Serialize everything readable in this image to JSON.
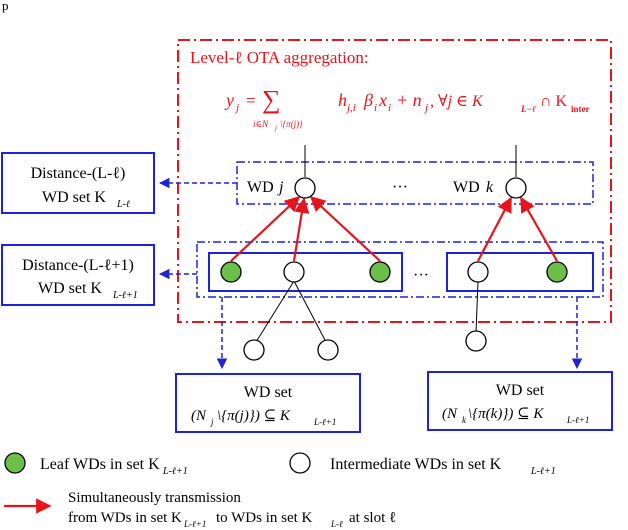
{
  "colors": {
    "red": "#e8141c",
    "blue": "#1f24d2",
    "leaf_fill": "#6cc04a",
    "node_fill": "#ffffff",
    "ink": "#000000"
  },
  "top_mark": "p",
  "ota": {
    "title": "Level-ℓ OTA aggregation:",
    "eq_lhs": "y",
    "eq_lhs_sub": "j",
    "eq_equals": "=",
    "eq_sum": "∑",
    "eq_sum_under": "i∈N",
    "eq_sum_under_sub": "j",
    "eq_sum_under_rest": "\\{π(j)}",
    "eq_terms": "h",
    "eq_h_sub": "j,i",
    "eq_beta": "β",
    "eq_beta_sub": "i",
    "eq_x": "x",
    "eq_x_sub": "i",
    "eq_plus_n": "+ n",
    "eq_n_sub": "j",
    "eq_forall": ",   ∀j ∈ K",
    "eq_k1_sub": "L−ℓ",
    "eq_cap": " ∩ K",
    "eq_k2_sub": "inter"
  },
  "side_boxes": [
    {
      "line1": "Distance-(L-ℓ)",
      "line2": "WD set K",
      "line2_sub": "L-ℓ"
    },
    {
      "line1": "Distance-(L-ℓ+1)",
      "line2": "WD set K",
      "line2_sub": "L-ℓ+1"
    }
  ],
  "upper_row": {
    "node_j_label": "WD",
    "node_j_var": "j",
    "dots": "···",
    "node_k_label": "WD",
    "node_k_var": "k"
  },
  "lower_row": {
    "dots": "···"
  },
  "bottom_boxes": [
    {
      "title": "WD set",
      "expr": "(N",
      "expr_sub": "j",
      "expr_rest": "\\{π(j)}) ⊆ K",
      "expr_sub2": "L-ℓ+1"
    },
    {
      "title": "WD set",
      "expr": "(N",
      "expr_sub": "k",
      "expr_rest": "\\{π(k)}) ⊆ K",
      "expr_sub2": "L-ℓ+1"
    }
  ],
  "legend": {
    "leaf_text": "Leaf WDs in set K",
    "leaf_sub": "L-ℓ+1",
    "intermediate_text": "Intermediate WDs in set K",
    "intermediate_sub": "L-ℓ+1",
    "arrow_line1": "Simultaneously transmission",
    "arrow_line2_a": "from WDs in set K",
    "arrow_line2_sub1": "L-ℓ+1",
    "arrow_line2_b": " to WDs in set K",
    "arrow_line2_sub2": "L-ℓ",
    "arrow_line2_c": " at slot ℓ"
  }
}
